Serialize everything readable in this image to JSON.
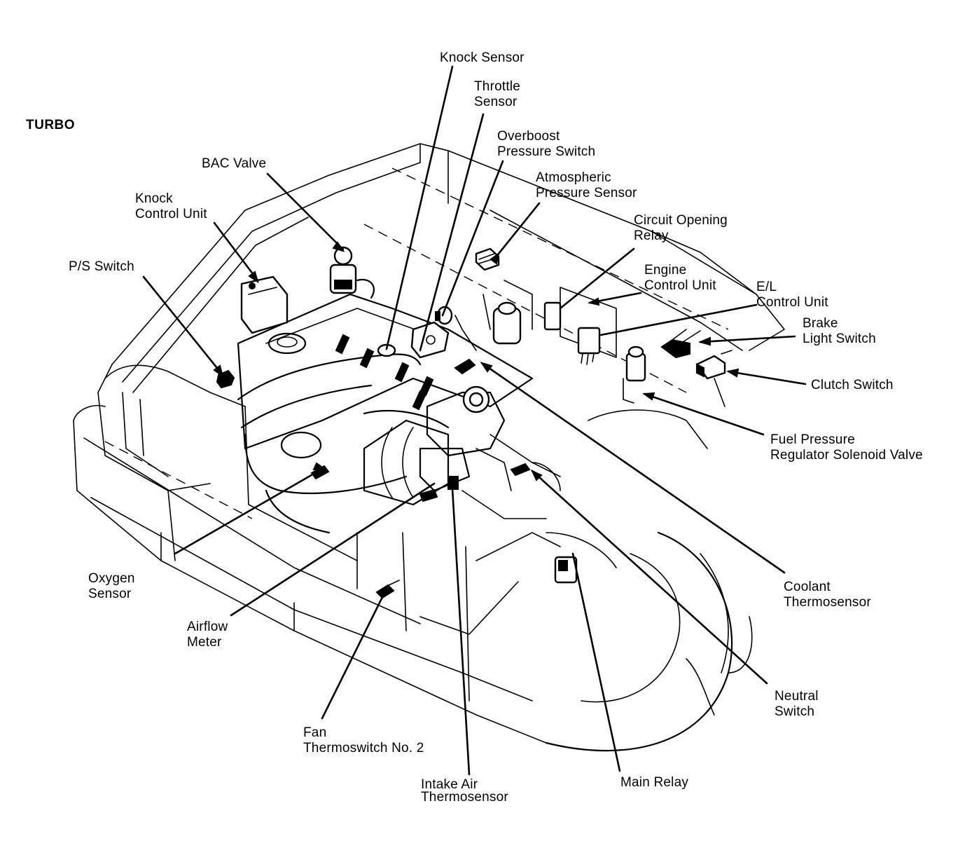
{
  "title": "TURBO",
  "colors": {
    "ink": "#000000",
    "paper": "#ffffff"
  },
  "labels": [
    {
      "id": "knock-sensor",
      "text": "Knock Sensor"
    },
    {
      "id": "throttle-sensor",
      "text": "Throttle\nSensor"
    },
    {
      "id": "overboost-pressure-switch",
      "text": "Overboost\nPressure Switch"
    },
    {
      "id": "atmospheric-pressure-sensor",
      "text": "Atmospheric\nPressure Sensor"
    },
    {
      "id": "circuit-opening-relay",
      "text": "Circuit Opening\nRelay"
    },
    {
      "id": "engine-control-unit",
      "text": "Engine\nControl Unit"
    },
    {
      "id": "el-control-unit",
      "text": "E/L\nControl Unit"
    },
    {
      "id": "brake-light-switch",
      "text": "Brake\nLight Switch"
    },
    {
      "id": "clutch-switch",
      "text": "Clutch Switch"
    },
    {
      "id": "fuel-pressure-regulator-solenoid-valve",
      "text": "Fuel Pressure\nRegulator Solenoid Valve"
    },
    {
      "id": "coolant-thermosensor",
      "text": "Coolant\nThermosensor"
    },
    {
      "id": "neutral-switch",
      "text": "Neutral\nSwitch"
    },
    {
      "id": "main-relay",
      "text": "Main Relay"
    },
    {
      "id": "intake-air-thermosensor",
      "text": "Intake Air\nThermosensor"
    },
    {
      "id": "fan-thermoswitch-no-2",
      "text": "Fan\nThermoswitch No. 2"
    },
    {
      "id": "airflow-meter",
      "text": "Airflow\nMeter"
    },
    {
      "id": "oxygen-sensor",
      "text": "Oxygen\nSensor"
    },
    {
      "id": "ps-switch",
      "text": "P/S Switch"
    },
    {
      "id": "knock-control-unit",
      "text": "Knock\nControl Unit"
    },
    {
      "id": "bac-valve",
      "text": "BAC Valve"
    }
  ]
}
